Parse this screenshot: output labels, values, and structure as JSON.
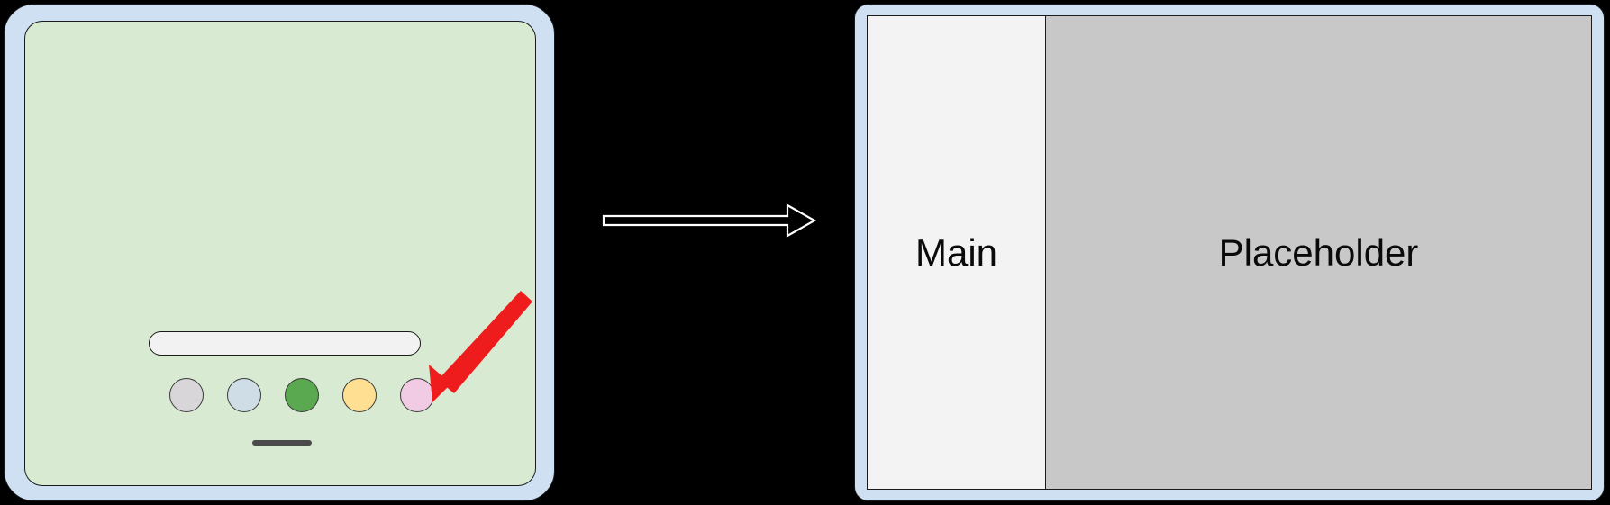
{
  "figure": {
    "type": "before-after-ui-transition",
    "background_color": "#000000"
  },
  "before": {
    "name": "tablet-device",
    "bezel_color": "#cfe0f3",
    "screen_color": "#d9ead3",
    "search_bar": {
      "name": "search-bar",
      "value": "",
      "placeholder": "",
      "fill_color": "#f2f2f2"
    },
    "dock": {
      "name": "app-dock",
      "items": [
        {
          "label": "",
          "color": "#d9d6d9",
          "name": "dock-app-1"
        },
        {
          "label": "",
          "color": "#cfdde6",
          "name": "dock-app-2"
        },
        {
          "label": "",
          "color": "#5aa84f",
          "name": "dock-app-3"
        },
        {
          "label": "",
          "color": "#ffdf92",
          "name": "dock-app-4"
        },
        {
          "label": "",
          "color": "#f0cbe3",
          "name": "dock-app-5"
        }
      ]
    },
    "home_indicator": {
      "name": "home-indicator",
      "color": "#4a4a4a"
    },
    "annotation": {
      "name": "click-target-arrow",
      "color": "#ee1c1c",
      "points_at": "dock-app-5"
    }
  },
  "transition": {
    "name": "transition-arrow",
    "direction": "right",
    "stroke_color": "#ffffff",
    "fill_color": "#000000"
  },
  "after": {
    "name": "split-view-window",
    "bezel_color": "#cfe0f3",
    "panes": [
      {
        "name": "pane-main",
        "label": "Main",
        "background_color": "#f3f3f3"
      },
      {
        "name": "pane-placeholder",
        "label": "Placeholder",
        "background_color": "#c8c8c8"
      }
    ]
  }
}
